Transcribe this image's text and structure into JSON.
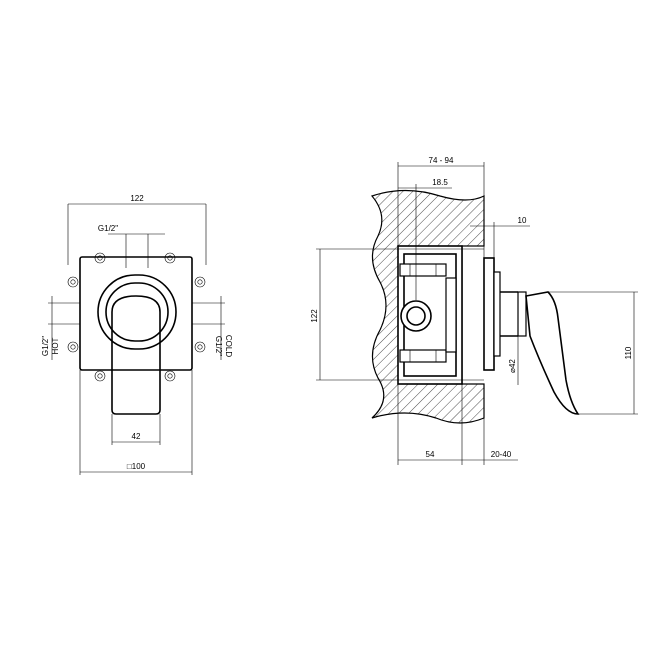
{
  "front_view": {
    "width_label": "122",
    "inlet_label": "G1/2\"",
    "left_inlet_label": "G1/2\"",
    "left_inlet_sub": "HOT",
    "right_inlet_label": "G1/2\"",
    "right_inlet_sub": "COLD",
    "lever_width_label": "42",
    "plate_size_label": "□100"
  },
  "side_view": {
    "depth_range_label": "74 - 94",
    "offset_label": "18.5",
    "plate_thickness_label": "10",
    "height_label": "122",
    "diameter_label": "⌀42",
    "lever_height_label": "110",
    "body_depth_label": "54",
    "wall_range_label": "20-40"
  }
}
